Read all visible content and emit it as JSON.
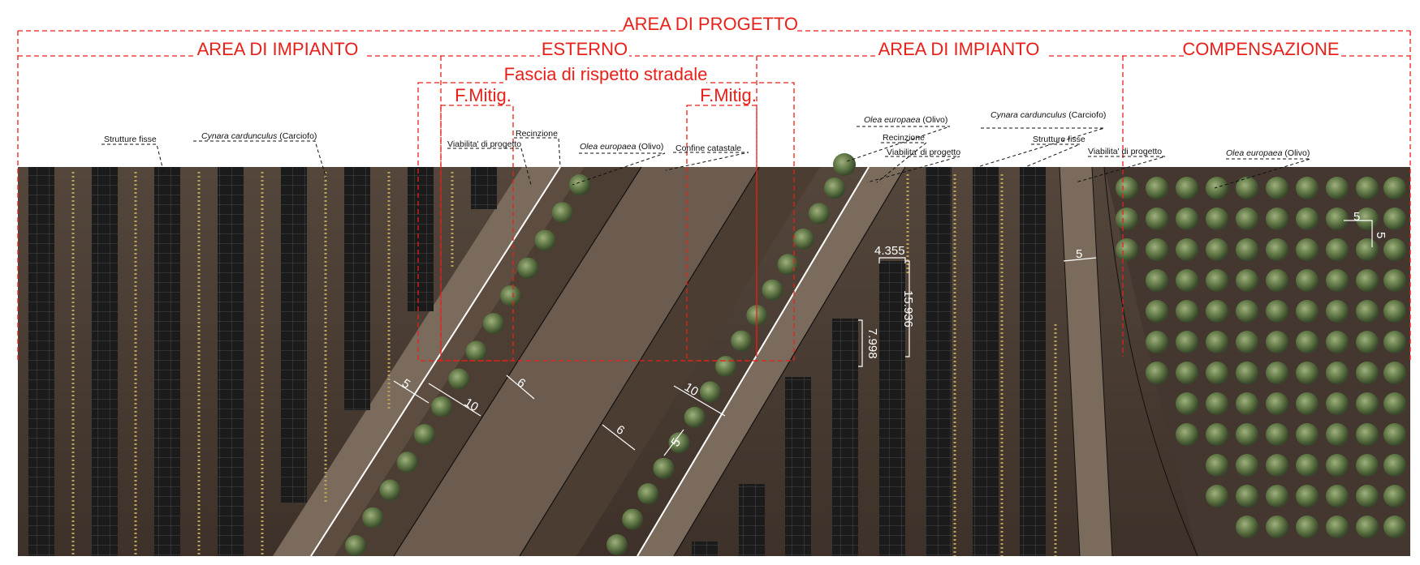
{
  "zones": {
    "area_progetto": "AREA DI PROGETTO",
    "area_impianto_left": "AREA DI IMPIANTO",
    "esterno": "ESTERNO",
    "area_impianto_right": "AREA DI IMPIANTO",
    "compensazione": "COMPENSAZIONE",
    "fascia_rispetto": "Fascia di rispetto stradale",
    "fmitig_left": "F.Mitig.",
    "fmitig_right": "F.Mitig."
  },
  "labels": {
    "strutture_fisse_left": "Strutture fisse",
    "cynara_left_italic": "Cynara cardunculus",
    "cynara_left_common": " (Carciofo)",
    "recinzione_left": "Recinzione",
    "viabilita_left": "Viabilita' di progetto",
    "olea_left_italic": "Olea europaea",
    "olea_left_common": " (Olivo)",
    "confine": "Confine catastale",
    "olea_right_italic": "Olea europaea",
    "olea_right_common": " (Olivo)",
    "recinzione_right": "Recinzione",
    "viabilita_right": "Viabilita' di progetto",
    "cynara_right_italic": "Cynara cardunculus",
    "cynara_right_common": " (Carciofo)",
    "strutture_fisse_right": "Strutture fisse",
    "viabilita_far": "Viabilita' di progetto",
    "olea_far_italic": "Olea europaea",
    "olea_far_common": " (Olivo)"
  },
  "dimensions": {
    "d5a": "5",
    "d10a": "10",
    "d6a": "6",
    "d6b": "6",
    "d10b": "10",
    "d5b": "5",
    "d4355": "4.355",
    "d15936": "15.936",
    "d7998": "7.998",
    "d5c": "5",
    "d5d": "5",
    "d5e": "5"
  },
  "colors": {
    "zone_red": "#e8201a",
    "soil": "#4a3c32",
    "road": "#7a6a5c",
    "panel": "#1c1c1c",
    "olive": "#5f7446"
  }
}
